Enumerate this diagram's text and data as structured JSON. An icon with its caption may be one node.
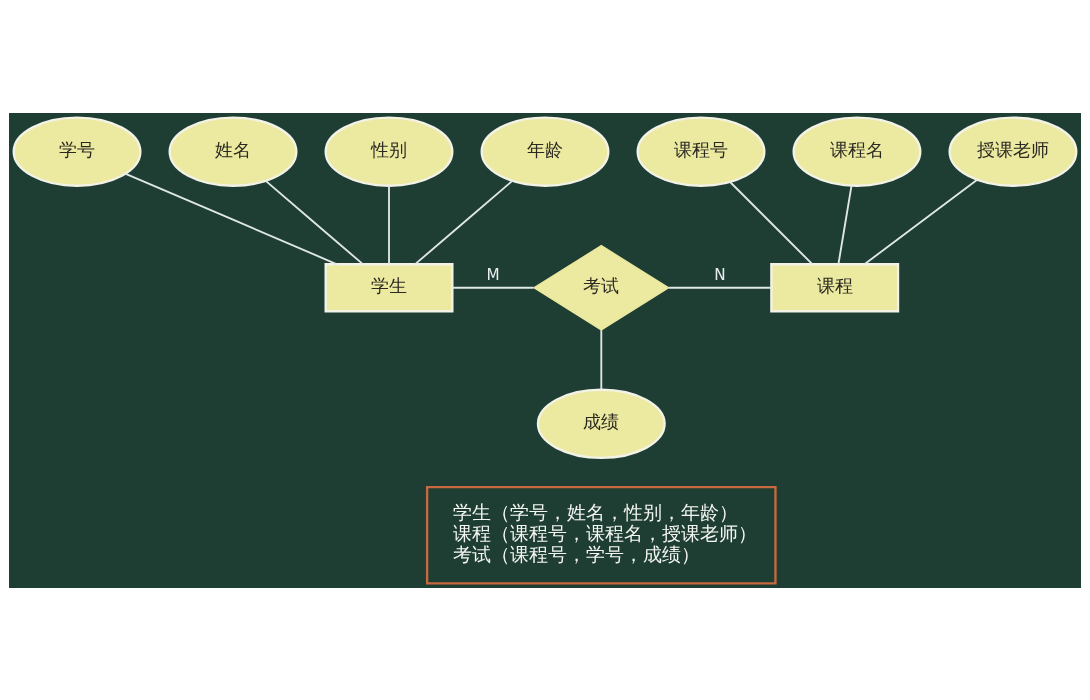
{
  "diagram": {
    "nodes": [
      {
        "text": [
          "学号"
        ]
      },
      {
        "text": [
          "姓名"
        ]
      },
      {
        "text": [
          "性别"
        ]
      },
      {
        "text": [
          "年龄"
        ]
      },
      {
        "text": [
          "学生"
        ]
      },
      {
        "text": [
          "考试"
        ]
      },
      {
        "text": [
          "课程"
        ]
      },
      {
        "text": [
          "课程号"
        ]
      },
      {
        "text": [
          "课程名"
        ]
      },
      {
        "text": [
          "授课老师"
        ]
      },
      {
        "text": [
          "成绩"
        ]
      },
      {
        "text": [
          "学生（学号，姓名，性别，年龄）",
          "课程（课程号，课程名，授课老师）",
          "考试（课程号，学号，成绩）"
        ]
      }
    ],
    "edges": [
      {
        "from": 0,
        "to": 4,
        "arrow": "none"
      },
      {
        "from": 1,
        "to": 4,
        "arrow": "none"
      },
      {
        "from": 2,
        "to": 4,
        "arrow": "none"
      },
      {
        "from": 3,
        "to": 4,
        "arrow": "none"
      },
      {
        "from": 4,
        "to": 5,
        "label": "M",
        "arrow": "none"
      },
      {
        "from": 5,
        "to": 6,
        "label": "N",
        "arrow": "none"
      },
      {
        "from": 7,
        "to": 6,
        "arrow": "none"
      },
      {
        "from": 8,
        "to": 6,
        "arrow": "none"
      },
      {
        "from": 9,
        "to": 6,
        "arrow": "none"
      },
      {
        "from": 5,
        "to": 10,
        "arrow": "none"
      }
    ]
  }
}
